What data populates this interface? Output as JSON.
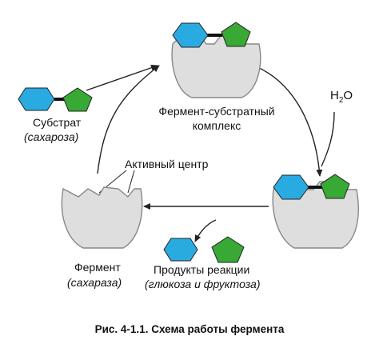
{
  "colors": {
    "glucose": "#29abe2",
    "fructose": "#39a935",
    "enzyme_fill": "#dedede",
    "enzyme_stroke": "#888888",
    "arrow": "#222222"
  },
  "labels": {
    "substrate": "Субстрат",
    "substrate_example": "(сахароза)",
    "complex_line1": "Фермент-субстратный",
    "complex_line2": "комплекс",
    "water_main": "H",
    "water_sub": "2",
    "water_tail": "O",
    "active_site": "Активный центр",
    "enzyme": "Фермент",
    "enzyme_example": "(сахараза)",
    "products": "Продукты реакции",
    "products_example": "(глюкоза и фруктоза)",
    "caption": "Рис. 4-1.1. Схема работы фермента"
  }
}
